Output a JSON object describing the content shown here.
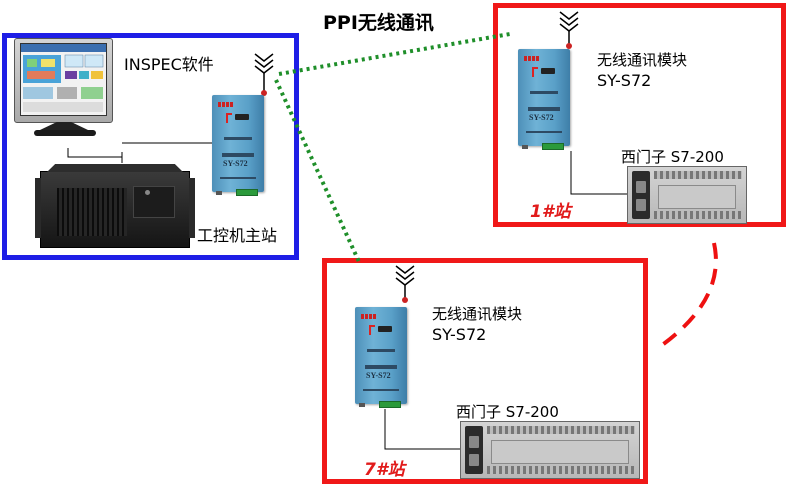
{
  "title": "PPI无线通讯",
  "master": {
    "software_label": "INSPEC软件",
    "station_label": "工控机主站"
  },
  "module_face": {
    "model": "SY-S72"
  },
  "station1": {
    "module_label": "无线通讯模块",
    "module_model": "SY-S72",
    "plc_label": "西门子 S7-200",
    "station_label": "1#站"
  },
  "station7": {
    "module_label": "无线通讯模块",
    "module_model": "SY-S72",
    "plc_label": "西门子 S7-200",
    "station_label": "7#站"
  },
  "colors": {
    "master_frame": "#1e1ee6",
    "slave_frame": "#f01818",
    "wireless_link": "#1f8f2a",
    "red_link": "#ee1111",
    "module_body": "#5aa0c8"
  }
}
